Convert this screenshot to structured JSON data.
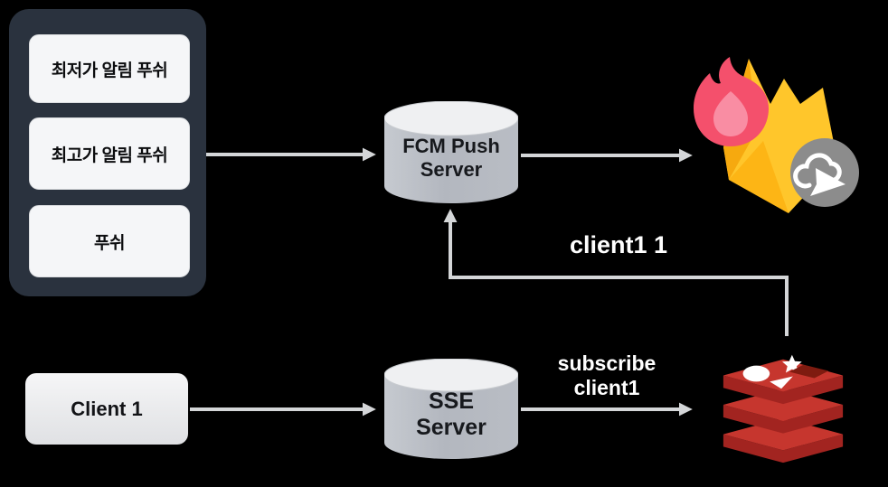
{
  "diagram": {
    "background": "#000000",
    "push_panel": {
      "items": [
        "최저가 알림 푸쉬",
        "최고가 알림 푸쉬",
        "푸쉬"
      ]
    },
    "nodes": {
      "fcm_server": {
        "line1": "FCM Push",
        "line2": "Server"
      },
      "sse_server": {
        "line1": "SSE",
        "line2": "Server"
      },
      "client": {
        "label": "Client 1"
      },
      "firebase": {
        "icon": "firebase-cloud-messaging-logo"
      },
      "redis": {
        "icon": "redis-logo"
      }
    },
    "edge_labels": {
      "client_token": "client1 1",
      "subscribe_line1": "subscribe",
      "subscribe_line2": "client1"
    },
    "edges": [
      {
        "from": "push-panel",
        "to": "fcm-push-server",
        "label": ""
      },
      {
        "from": "fcm-push-server",
        "to": "firebase",
        "label": ""
      },
      {
        "from": "redis",
        "to": "fcm-push-server",
        "label": "client1 1"
      },
      {
        "from": "client-1",
        "to": "sse-server",
        "label": ""
      },
      {
        "from": "sse-server",
        "to": "redis",
        "label": "subscribe client1"
      }
    ],
    "colors": {
      "panel_bg": "#2A323E",
      "push_item_bg": "#F5F6F8",
      "cylinder_body": "#B7BBC3",
      "cylinder_top": "#EFF0F2",
      "arrow": "#D4D6D8",
      "label_text": "#FFFFFF",
      "firebase_yellow": "#FFC62B",
      "firebase_orange": "#F6A90F",
      "firebase_pink": "#F4506C",
      "badge_gray": "#8C8C8C",
      "redis_red": "#C6362E",
      "redis_red_dark": "#A22420"
    }
  }
}
